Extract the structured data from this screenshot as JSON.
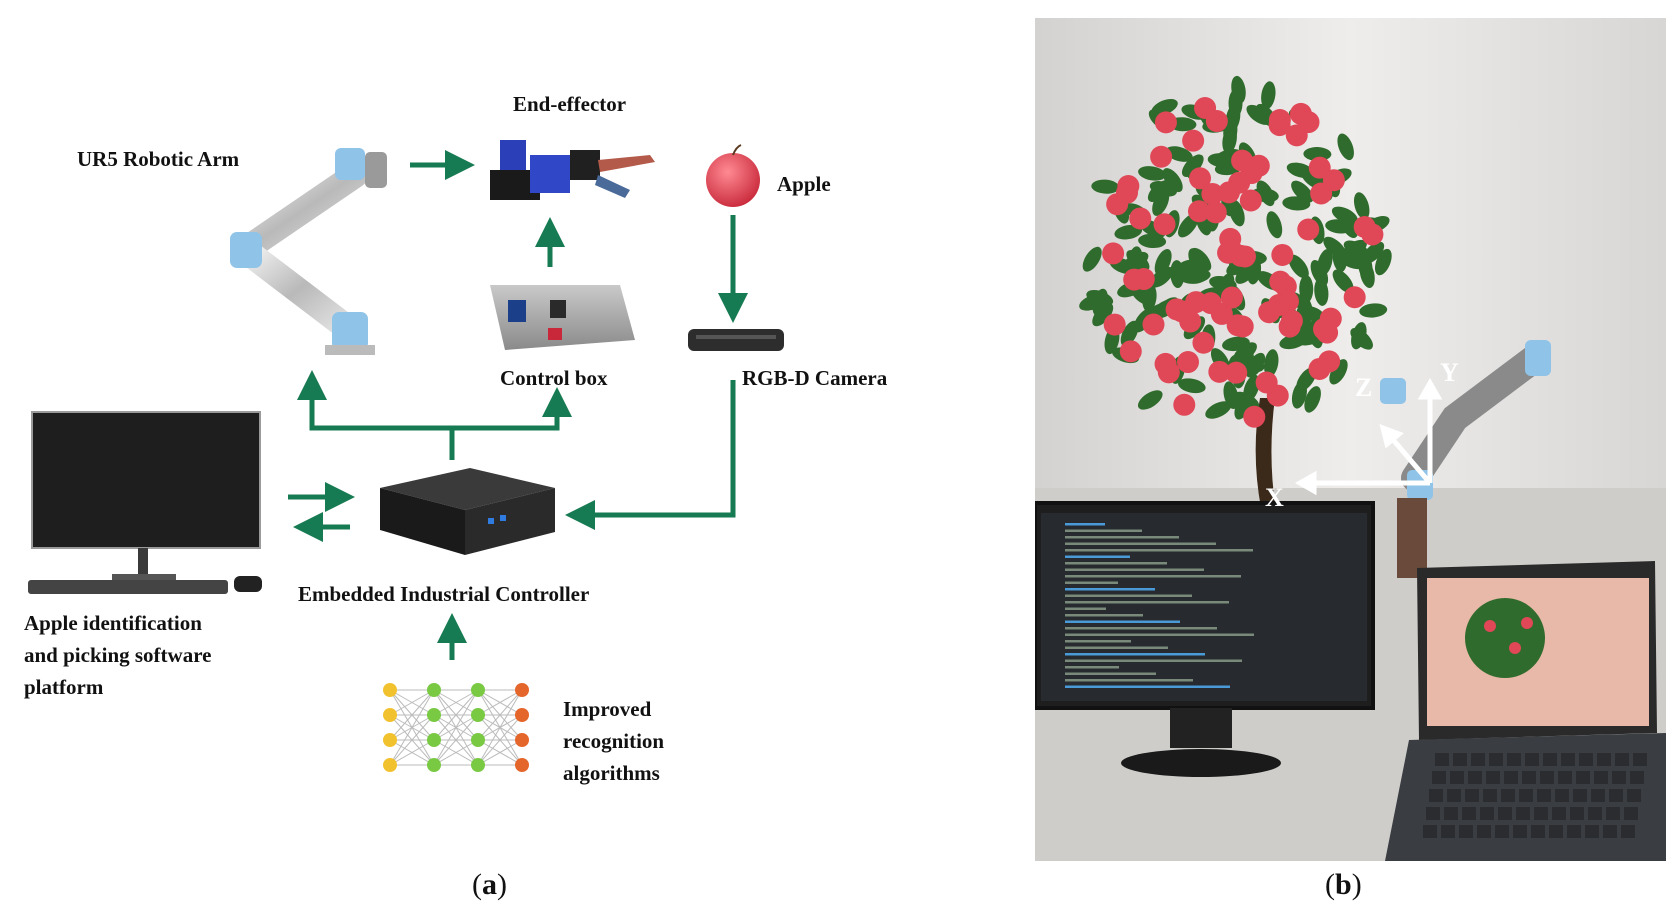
{
  "panel_a": {
    "caption_prefix": "(",
    "caption_letter": "a",
    "caption_suffix": ")",
    "labels": {
      "end_effector": "End-effector",
      "robotic_arm": "UR5 Robotic Arm",
      "apple": "Apple",
      "control_box": "Control box",
      "camera": "RGB-D Camera",
      "controller": "Embedded Industrial Controller",
      "software_line1": "Apple identification",
      "software_line2": "and picking software",
      "software_line3": "platform",
      "algo_line1": "Improved",
      "algo_line2": "recognition",
      "algo_line3": "algorithms"
    }
  },
  "panel_b": {
    "caption_prefix": "(",
    "caption_letter": "b",
    "caption_suffix": ")",
    "axes": {
      "x": "X",
      "y": "Y",
      "z": "Z"
    }
  },
  "colors": {
    "arrow": "#167a52",
    "arm_joint": "#8fc3e8",
    "apple": "#e04757",
    "leaf": "#2f6b2c",
    "screen": "#1e1e1e",
    "backdrop": "#e8e6e4"
  }
}
